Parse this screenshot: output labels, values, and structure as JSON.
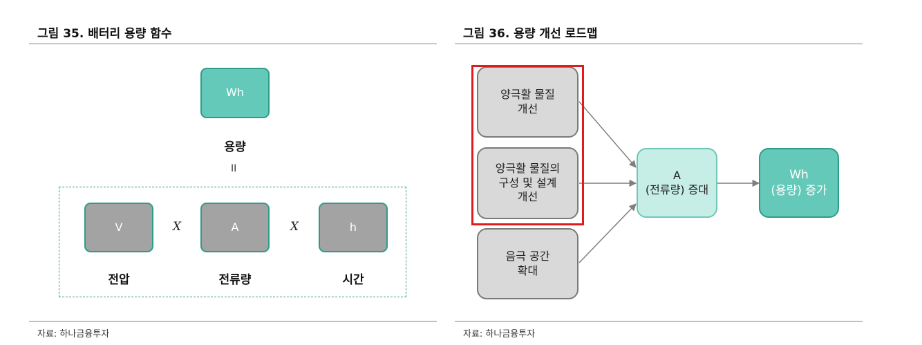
{
  "left": {
    "title": "그림 35. 배터리 용량 함수",
    "top_box": "Wh",
    "top_label": "용량",
    "equals": "II",
    "factors": [
      {
        "box": "V",
        "label": "전압"
      },
      {
        "box": "A",
        "label": "전류량"
      },
      {
        "box": "h",
        "label": "시간"
      }
    ],
    "times": "X",
    "source": "자료: 하나금융투자"
  },
  "right": {
    "title": "그림 36. 용량 개선 로드맵",
    "inputs": [
      "양극활 물질\n개선",
      "양극활 물질의\n구성 및 설계\n개선",
      "음극 공간\n확대"
    ],
    "middle": "A\n(전류량) 증대",
    "result": "Wh\n(용량) 증가",
    "source": "자료: 하나금융투자"
  },
  "colors": {
    "teal": "#64c9b9",
    "teal_border": "#2f9c89",
    "gray_box": "#a3a3a3",
    "light_gray_box": "#d9d9d9",
    "light_teal_box": "#c6ede6",
    "highlight_red": "#e01b1b",
    "arrow": "#7f7f7f"
  }
}
